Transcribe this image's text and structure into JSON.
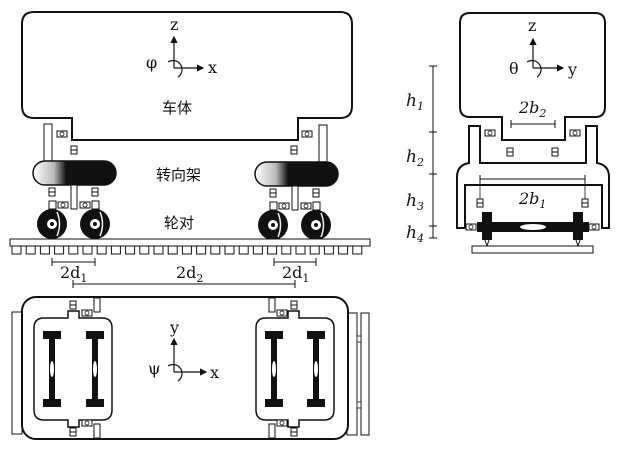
{
  "figure": {
    "description": "Railway vehicle dynamics model: side view, end view and top view",
    "side_view": {
      "component_labels": {
        "car_body": "车体",
        "bogie": "转向架",
        "wheelset": "轮对"
      },
      "axes": {
        "vertical": "z",
        "horizontal": "x",
        "rotation": "φ"
      },
      "dimensions": {
        "wheelbase_left": {
          "base": "2d",
          "sub": "1"
        },
        "bogie_spacing": {
          "base": "2d",
          "sub": "2"
        },
        "wheelbase_right": {
          "base": "2d",
          "sub": "1"
        }
      }
    },
    "end_view": {
      "axes": {
        "vertical": "z",
        "horizontal": "y",
        "rotation": "θ"
      },
      "dimensions": {
        "secondary_span": {
          "base": "2b",
          "sub": "2"
        },
        "primary_span": {
          "base": "2b",
          "sub": "1"
        },
        "heights": [
          {
            "base": "h",
            "sub": "1"
          },
          {
            "base": "h",
            "sub": "2"
          },
          {
            "base": "h",
            "sub": "3"
          },
          {
            "base": "h",
            "sub": "4"
          }
        ]
      }
    },
    "top_view": {
      "axes": {
        "vertical": "y",
        "horizontal": "x",
        "rotation": "ψ"
      }
    }
  }
}
